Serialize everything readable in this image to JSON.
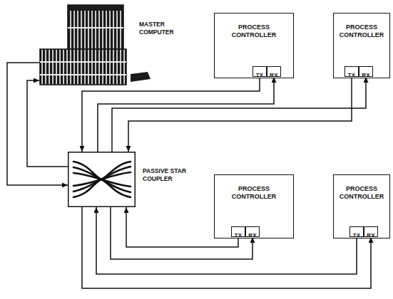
{
  "diagram": {
    "nodes": [
      {
        "text": [
          "MASTER COMPUTER"
        ]
      },
      {
        "text": [
          "PROCESS CONTROLLER"
        ]
      },
      {
        "text": [
          "TX"
        ],
        "in": 1
      },
      {
        "text": [
          "RX"
        ],
        "in": 1
      },
      {
        "text": [
          "PROCESS CONTROLLER"
        ]
      },
      {
        "text": [
          "TX"
        ],
        "in": 4
      },
      {
        "text": [
          "RX"
        ],
        "in": 4
      },
      {
        "text": [
          "PASSIVE STAR COUPLER"
        ]
      },
      {
        "text": [
          "PROCESS CONTROLLER"
        ]
      },
      {
        "text": [
          "TX"
        ],
        "in": 8
      },
      {
        "text": [
          "RX"
        ],
        "in": 8
      },
      {
        "text": [
          "PROCESS CONTROLLER"
        ]
      },
      {
        "text": [
          "TX"
        ],
        "in": 11
      },
      {
        "text": [
          "RX"
        ],
        "in": 11
      }
    ],
    "edges": [
      {
        "from": 0,
        "to": 7,
        "arrow": "to"
      },
      {
        "from": 7,
        "to": 0,
        "arrow": "to"
      },
      {
        "from": 2,
        "to": 7,
        "arrow": "to"
      },
      {
        "from": 7,
        "to": 3,
        "arrow": "to"
      },
      {
        "from": 5,
        "to": 7,
        "arrow": "to"
      },
      {
        "from": 7,
        "to": 6,
        "arrow": "to"
      },
      {
        "from": 9,
        "to": 7,
        "arrow": "to"
      },
      {
        "from": 7,
        "to": 10,
        "arrow": "to"
      },
      {
        "from": 12,
        "to": 7,
        "arrow": "to"
      },
      {
        "from": 7,
        "to": 13,
        "arrow": "to"
      }
    ]
  }
}
